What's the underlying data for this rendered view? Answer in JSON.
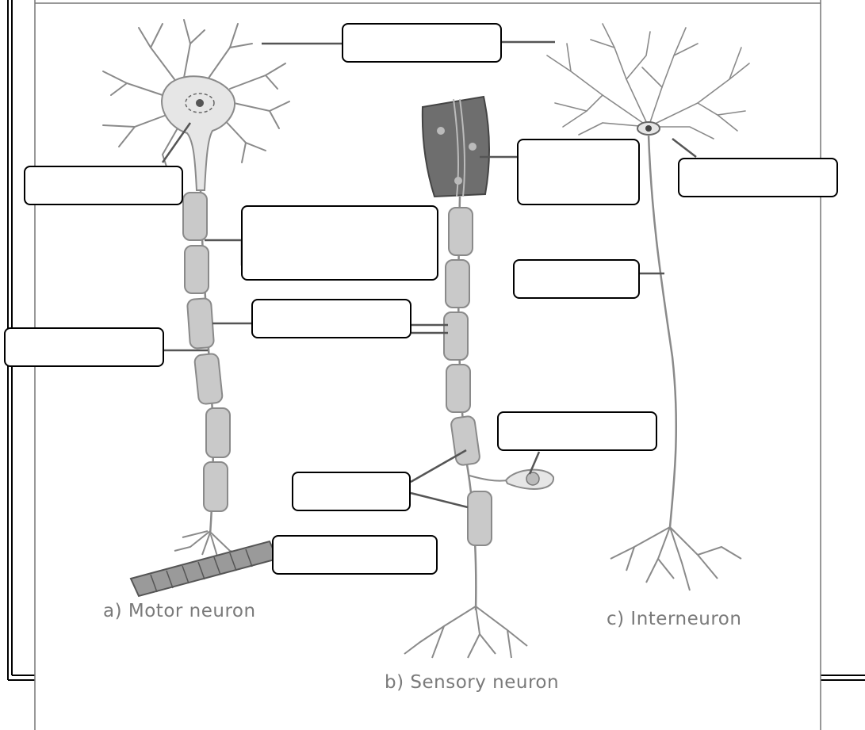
{
  "captions": {
    "motor": "a) Motor neuron",
    "sensory": "b) Sensory neuron",
    "inter": "c) Interneuron"
  },
  "colors": {
    "neuron_fill": "#e6e6e6",
    "neuron_stroke": "#8a8a8a",
    "myelin_fill": "#c9c9c9",
    "muscle_fill": "#9a9a9a",
    "skin_fill": "#6e6e6e",
    "leader_line": "#555555",
    "box_border": "#000000",
    "frame": "#000000"
  },
  "label_boxes": {
    "dendrites": "",
    "cell_body_motor": "",
    "myelin_sheath": "",
    "node_of_ranvier": "",
    "axon_motor": "",
    "sensory_receptor": "",
    "axon_interneuron": "",
    "cell_body_interneuron": "",
    "sensory_cell_body": "",
    "axon_branches": "",
    "effector_muscle": ""
  }
}
